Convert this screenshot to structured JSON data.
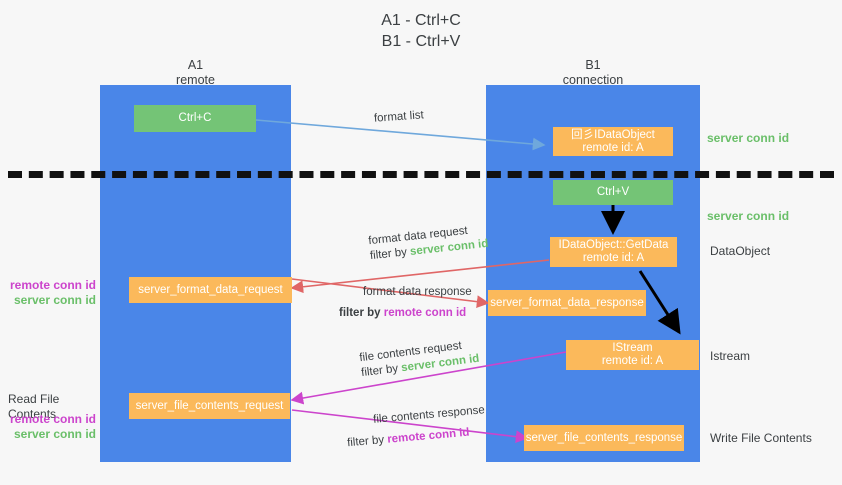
{
  "title": {
    "line1": "A1 - Ctrl+C",
    "line2": "B1 - Ctrl+V"
  },
  "colors": {
    "lane": "#4a86e8",
    "box_orange": "#fbb95b",
    "box_green": "#74c476",
    "server_conn": "#6abf69",
    "remote_conn": "#cc44cc",
    "arrow_blue": "#6fa8dc",
    "arrow_red": "#e06666",
    "arrow_magenta": "#cc44cc",
    "arrow_black": "#000000",
    "background": "#f7f7f7"
  },
  "lanes": [
    {
      "name": "A1",
      "sub": "remote"
    },
    {
      "name": "B1",
      "sub": "connection"
    }
  ],
  "boxes": {
    "ctrl_c": "Ctrl+C",
    "ctrl_v": "Ctrl+V",
    "idataobject": {
      "line1": "回彡IDataObject",
      "line2": "remote id: A"
    },
    "idataobject_getdata": {
      "line1": "IDataObject::GetData",
      "line2": "remote id: A"
    },
    "istream": {
      "line1": "IStream",
      "line2": "remote id: A"
    },
    "server_format_data_request": "server_format_data_request",
    "server_format_data_response": "server_format_data_response",
    "server_file_contents_request": "server_file_contents_request",
    "server_file_contents_response": "server_file_contents_response"
  },
  "edge_labels": {
    "format_list": "format list",
    "format_data_request": "format data request",
    "format_data_request_filter_prefix": "filter by ",
    "format_data_request_filter_value": "server conn id",
    "format_data_response": "format data response",
    "format_data_response_filter_prefix": "filter by ",
    "format_data_response_filter_value": "remote conn id",
    "file_contents_request": "file contents request",
    "file_contents_request_filter_prefix": "filter by ",
    "file_contents_request_filter_value": "server conn id",
    "file_contents_response": "file contents response",
    "file_contents_response_filter_prefix": "filter by ",
    "file_contents_response_filter_value": "remote conn id"
  },
  "right_labels": {
    "server_conn_id_top": "server conn id",
    "server_conn_id_mid": "server conn id",
    "dataobject": "DataObject",
    "istream": "Istream",
    "write_file_contents": "Write File Contents"
  },
  "left_labels": {
    "remote_conn_id_upper": "remote conn id",
    "server_conn_id_upper": "server conn id",
    "read_file_contents": "Read File Contents",
    "remote_conn_id_lower": "remote conn id",
    "server_conn_id_lower": "server conn id"
  }
}
